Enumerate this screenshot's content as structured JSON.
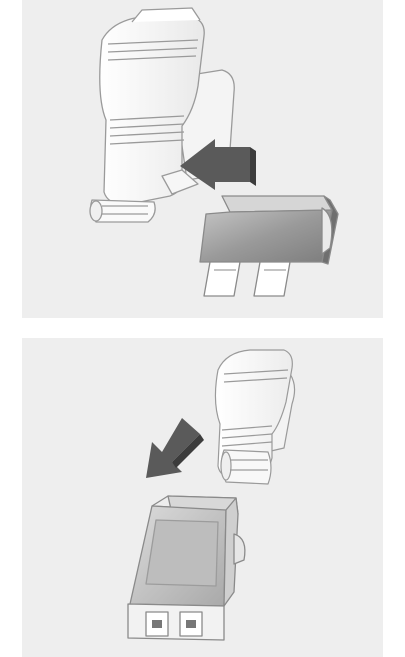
{
  "figure": {
    "panels": [
      {
        "step": "top",
        "parts": [
          "fuse-puller-icon",
          "fuse-icon"
        ],
        "arrow": "arrow-right-to-left",
        "accent": "#555555"
      },
      {
        "step": "bottom",
        "parts": [
          "fuse-puller-icon",
          "mini-fuse-icon"
        ],
        "arrow": "arrow-down-left",
        "accent": "#555555"
      }
    ],
    "colors": {
      "panel_bg": "#eeeeee",
      "outline": "#9a9a9a",
      "part_fill": "#ffffff",
      "fuse_body": "#9b9b9b"
    }
  }
}
